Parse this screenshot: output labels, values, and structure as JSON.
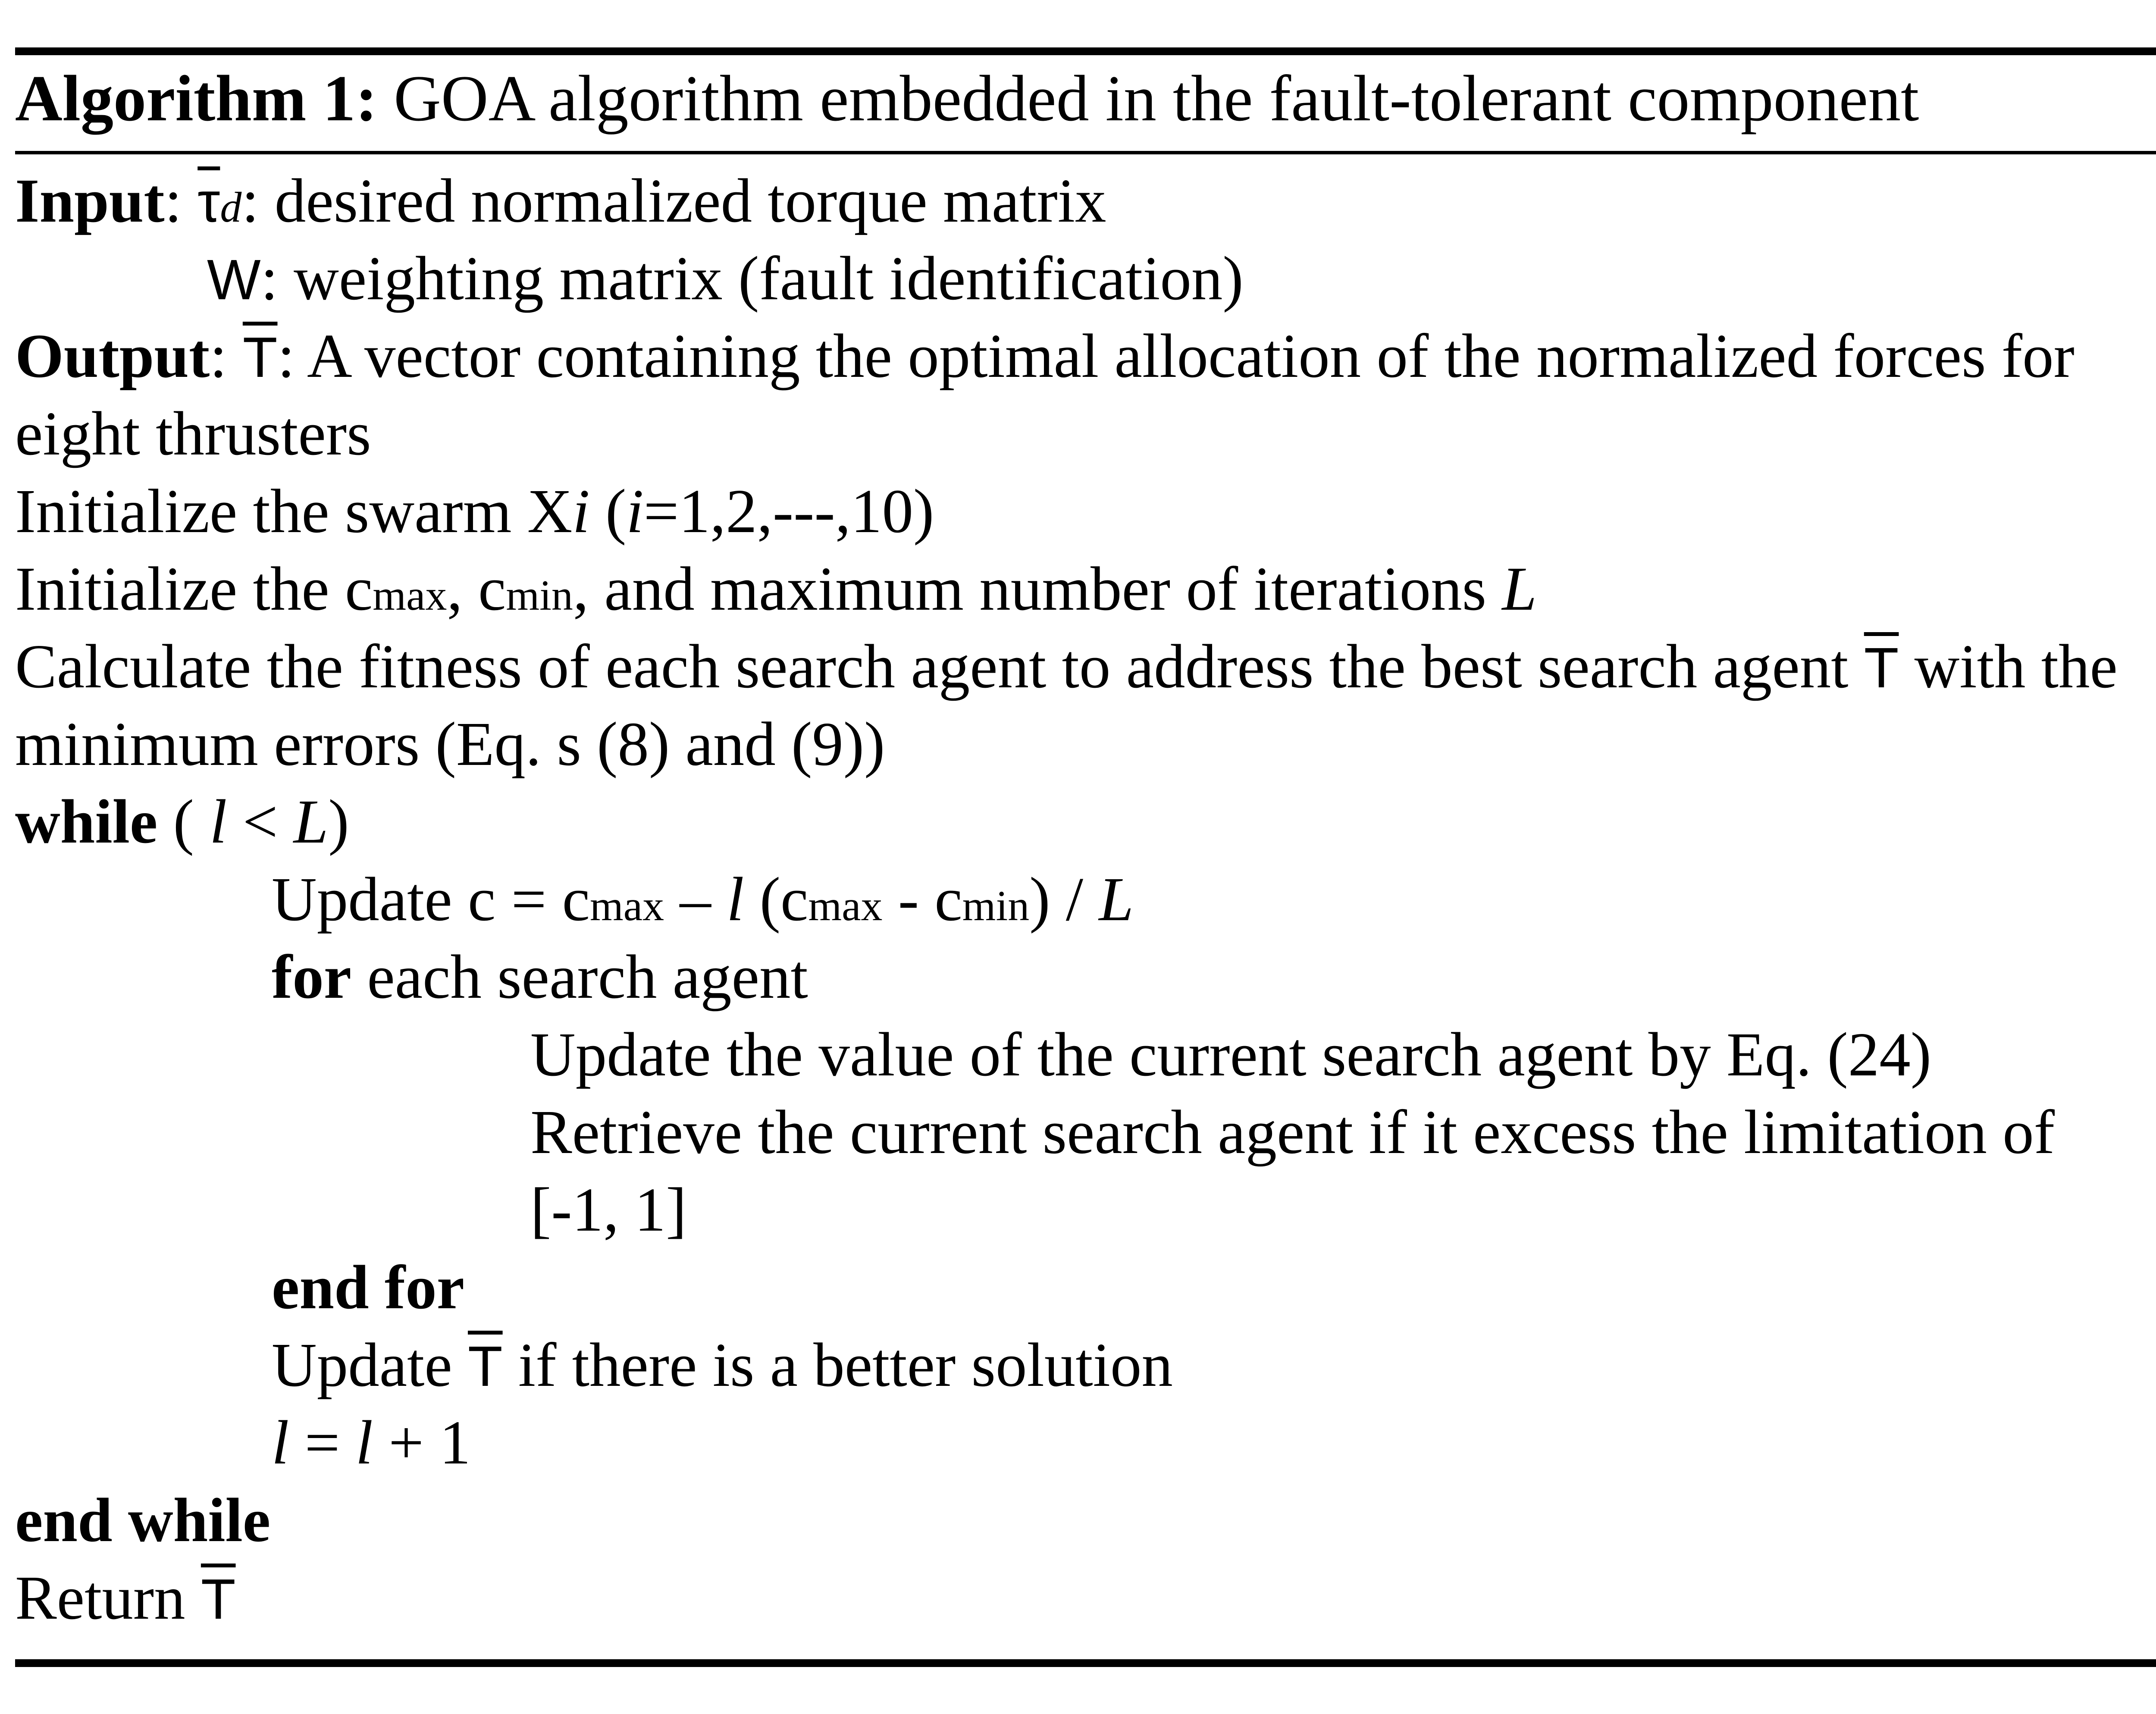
{
  "caption": {
    "label": "Algorithm 1:",
    "title": "GOA algorithm embedded in the fault-tolerant component"
  },
  "input": {
    "label": "Input",
    "tau_symbol": "τ",
    "tau_subscript": "d",
    "tau_desc": ": desired normalized torque matrix",
    "w_symbol": "W",
    "w_desc": ": weighting matrix (fault identification)"
  },
  "output": {
    "label": "Output",
    "t_symbol": "T",
    "desc_line1": ": A vector containing the optimal allocation of the normalized forces for",
    "desc_line2": "eight thrusters"
  },
  "steps": {
    "init_swarm_a": "Initialize the swarm X",
    "init_swarm_i": "i",
    "init_swarm_b": " (",
    "init_swarm_i2": "i",
    "init_swarm_c": "=1,2,---,10)",
    "init_c_a": "Initialize the  c",
    "init_c_max": "max",
    "init_c_b": ", c",
    "init_c_min": "min",
    "init_c_c": ", and maximum number of iterations ",
    "init_c_L": "L",
    "fitness_line1_a": "Calculate the fitness of each search agent to address the best search agent ",
    "fitness_line1_T": "T",
    "fitness_line1_b": " with the",
    "fitness_line2": "minimum errors (Eq. s (8) and (9))",
    "while_kw": "while",
    "while_cond_a": "  ( ",
    "while_cond_l": "l",
    "while_cond_b": " < ",
    "while_cond_L": "L",
    "while_cond_c": ")",
    "update_c_a": "Update c = c",
    "update_c_max": "max",
    "update_c_b": " – ",
    "update_c_l": "l",
    "update_c_c": " (c",
    "update_c_max2": "max",
    "update_c_d": " - c",
    "update_c_min": "min",
    "update_c_e": ") / ",
    "update_c_L": "L",
    "for_kw": "for",
    "for_rest": " each search agent",
    "update_value": "Update the value of the current search agent by Eq. (24)",
    "retrieve_line1": "Retrieve the current search agent if it excess the limitation of",
    "retrieve_line2": "[-1, 1]",
    "end_for": "end for",
    "update_T_a": "Update ",
    "update_T_T": "T",
    "update_T_b": " if there is a better solution",
    "incr_l1": "l",
    "incr_mid": " = ",
    "incr_l2": "l",
    "incr_end": " + 1",
    "end_while": "end while",
    "return_a": "Return ",
    "return_T": "T"
  }
}
